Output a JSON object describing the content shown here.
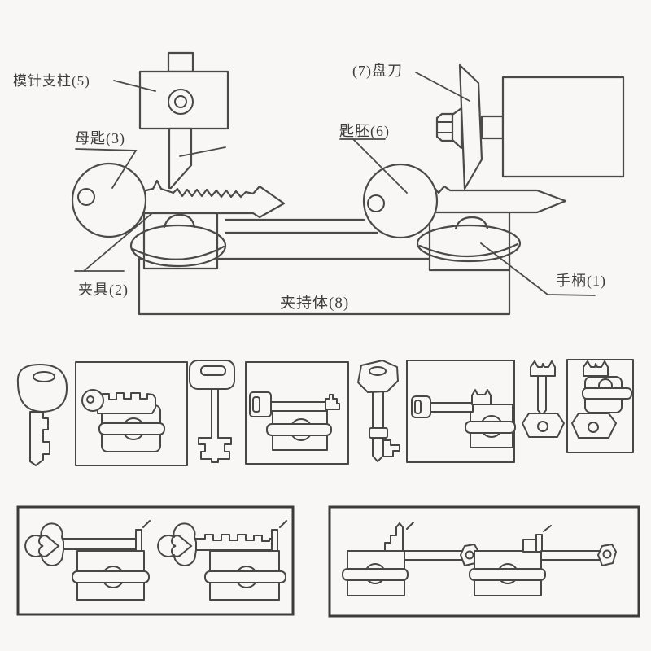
{
  "diagram": {
    "title_hidden": "",
    "labels": {
      "pin_support": "模针支柱(5)",
      "master_key": "母匙(3)",
      "disc_cutter": "(7)盘刀",
      "key_blank": "匙胚(6)",
      "clamp": "夹具(2)",
      "handle": "手柄(1)",
      "clamp_body": "夹持体(8)"
    },
    "colors": {
      "line": "#4a4a4a",
      "paper": "#f8f7f5",
      "text": "#3d3d3d"
    }
  }
}
